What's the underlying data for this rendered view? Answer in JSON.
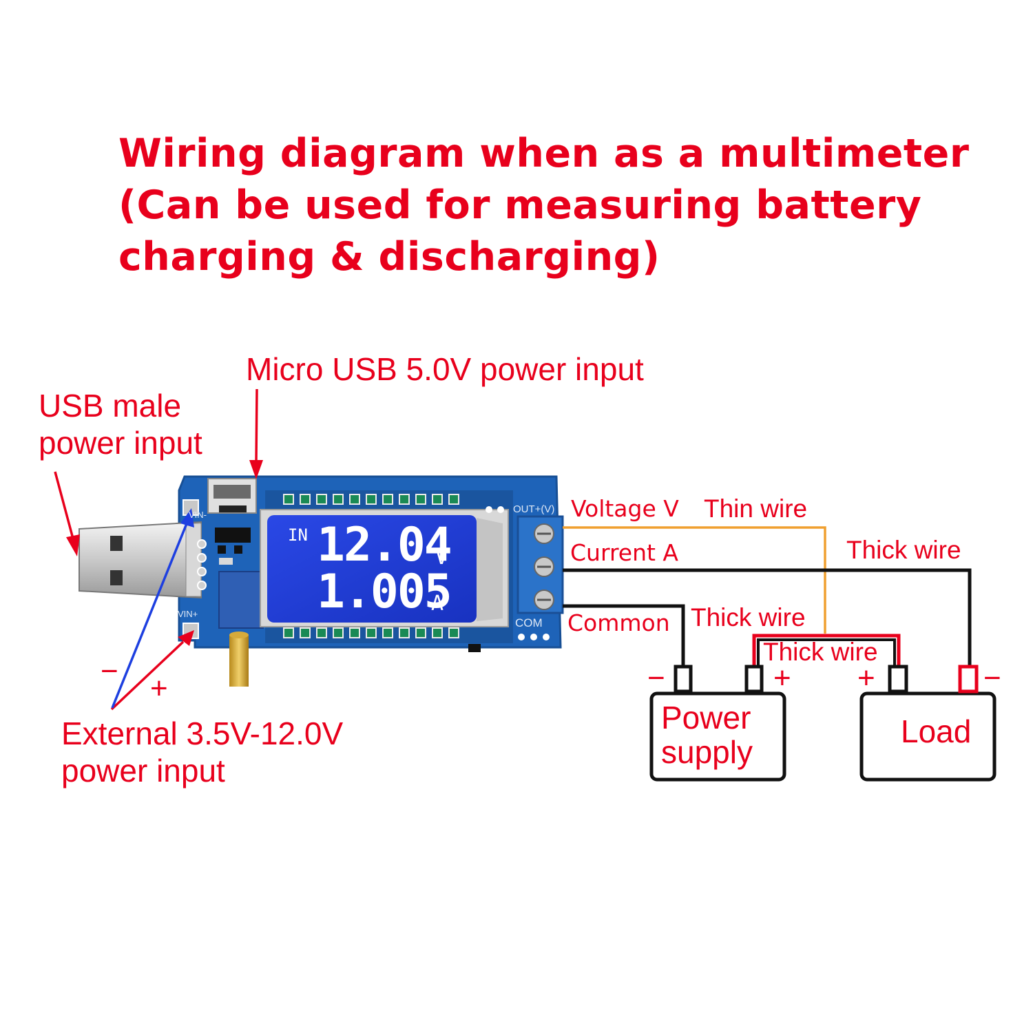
{
  "title": {
    "line1": "Wiring diagram when as a multimeter",
    "line2": "(Can be used for measuring battery",
    "line3": "charging & discharging)"
  },
  "callouts": {
    "micro_usb": "Micro USB 5.0V power input",
    "usb_male_line1": "USB male",
    "usb_male_line2": "power input",
    "external_line1": "External 3.5V-12.0V",
    "external_line2": "power input",
    "minus_sign": "−",
    "plus_sign": "+"
  },
  "display": {
    "in_label": "IN",
    "voltage_value": "12.04",
    "voltage_unit": "V",
    "current_value": "1.005",
    "current_unit": "A"
  },
  "board_labels": {
    "out_plus": "OUT+(V)",
    "com": "COM",
    "vin_minus": "VIN-",
    "vin_plus": "VIN+"
  },
  "terminals": {
    "voltage": "Voltage V",
    "current": "Current A",
    "common": "Common"
  },
  "wires": {
    "thin": "Thin wire",
    "thick_top": "Thick wire",
    "thick_mid": "Thick wire",
    "thick_bottom": "Thick wire"
  },
  "devices": {
    "power_supply_line1": "Power",
    "power_supply_line2": "supply",
    "load": "Load",
    "ps_minus": "−",
    "ps_plus": "+",
    "load_plus": "+",
    "load_minus": "−"
  },
  "colors": {
    "accent_red": "#e8001c",
    "thin_wire": "#f0a030",
    "thick_wire": "#111111",
    "board_blue": "#1e63b8",
    "lcd_blue": "#1f3fd8",
    "arrow_blue": "#1d3fe0"
  }
}
